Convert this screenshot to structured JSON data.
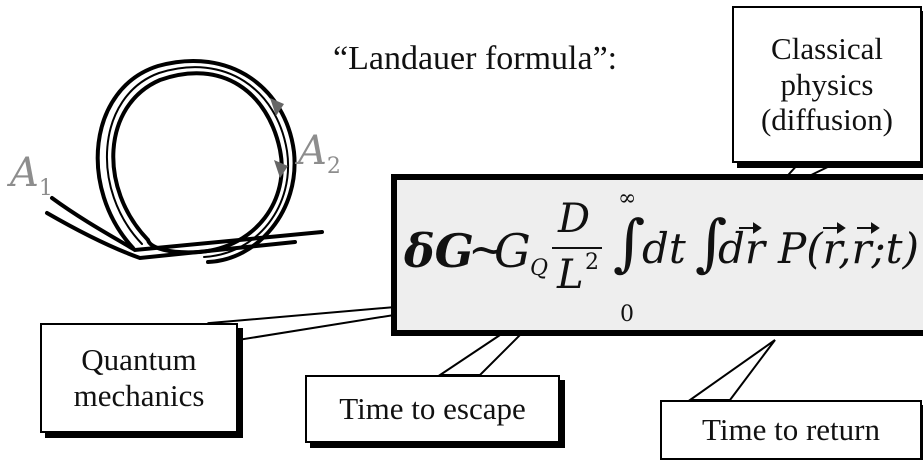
{
  "title": "“Landauer formula”:",
  "loop_labels": {
    "a1": "A",
    "a1_sub": "1",
    "a2": "A",
    "a2_sub": "2"
  },
  "formula": {
    "delta_g": "δG",
    "tilde": "~",
    "gq": "G",
    "gq_sub": "Q",
    "numerator": "D",
    "denominator": "L",
    "den_power": "2",
    "upper_limit": "∞",
    "lower_limit": "0",
    "integral": "∫",
    "dt": "dt",
    "dr": "dr",
    "prob": "P(r,r;t)"
  },
  "callouts": {
    "classical": [
      "Classical",
      "physics",
      "(diffusion)"
    ],
    "quantum": [
      "Quantum",
      "mechanics"
    ],
    "escape": "Time to escape",
    "return": "Time to return"
  },
  "colors": {
    "box_fill": "#eeeeee",
    "label_gray": "#8d8d8d",
    "arrow_gray": "#666666"
  }
}
